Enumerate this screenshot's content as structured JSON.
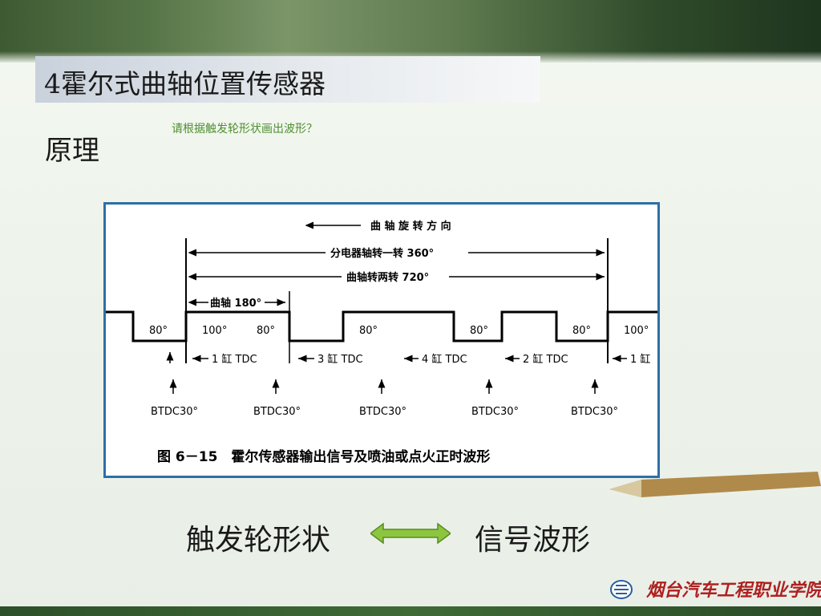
{
  "slide": {
    "title": "4霍尔式曲轴位置传感器",
    "section": "原理",
    "hint": "请根据触发轮形状画出波形？",
    "bottom_left": "触发轮形状",
    "bottom_right": "信号波形",
    "school": "烟台汽车工程职业学院"
  },
  "figure": {
    "dir_label": "曲 轴 旋 转 方 向",
    "span1_label": "分电器轴转一转 360°",
    "span2_label": "曲轴转两转 720°",
    "span3_label": "曲轴 180°",
    "seg_labels": [
      "80°",
      "100°",
      "80°",
      "80°",
      "80°",
      "80°",
      "100°"
    ],
    "tdc_labels": [
      "1 缸 TDC",
      "3 缸 TDC",
      "4 缸 TDC",
      "2 缸 TDC",
      "1 缸"
    ],
    "btdc_labels": [
      "BTDC30°",
      "BTDC30°",
      "BTDC30°",
      "BTDC30°",
      "BTDC30°"
    ],
    "caption": "图 6－15　霍尔传感器输出信号及喷油或点火正时波形"
  },
  "colors": {
    "frame": "#2e6fa6",
    "hint": "#4d8f2f",
    "arrow_fill": "#8cc63f",
    "school": "#b02020"
  }
}
